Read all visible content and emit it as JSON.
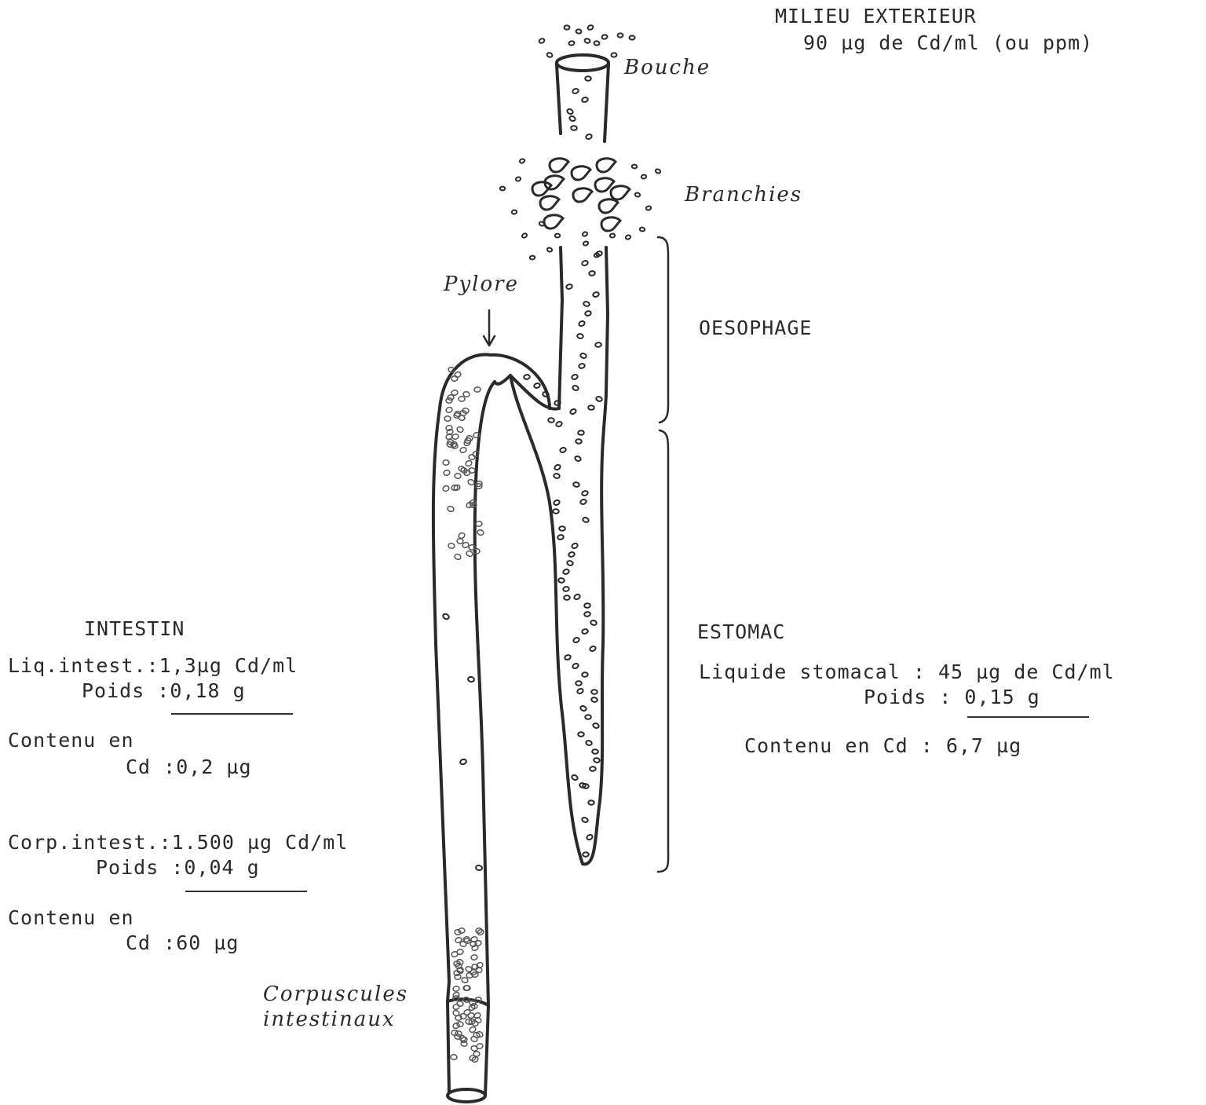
{
  "milieu": {
    "title": "MILIEU EXTERIEUR",
    "concentration": "90 µg de Cd/ml (ou ppm)"
  },
  "anatomy": {
    "bouche": "Bouche",
    "branchies": "Branchies",
    "pylore": "Pylore",
    "oesophage": "OESOPHAGE",
    "corpuscules_line1": "Corpuscules",
    "corpuscules_line2": "intestinaux"
  },
  "estomac": {
    "title": "ESTOMAC",
    "liquide": "Liquide stomacal : 45 µg de Cd/ml",
    "poids": "Poids : 0,15 g",
    "contenu": "Contenu en Cd : 6,7 µg"
  },
  "intestin": {
    "title": "INTESTIN",
    "liquide": "Liq.intest.:1,3µg Cd/ml",
    "poids_liquide": "Poids :0,18 g",
    "contenu_liquide_line1": "Contenu en",
    "contenu_liquide_line2": "Cd :0,2 µg",
    "corpuscules": "Corp.intest.:1.500 µg Cd/ml",
    "poids_corpuscules": "Poids :0,04 g",
    "contenu_corpuscules_line1": "Contenu en",
    "contenu_corpuscules_line2": "Cd :60 µg"
  },
  "colors": {
    "ink": "#2a2a2a",
    "paper": "#ffffff"
  }
}
